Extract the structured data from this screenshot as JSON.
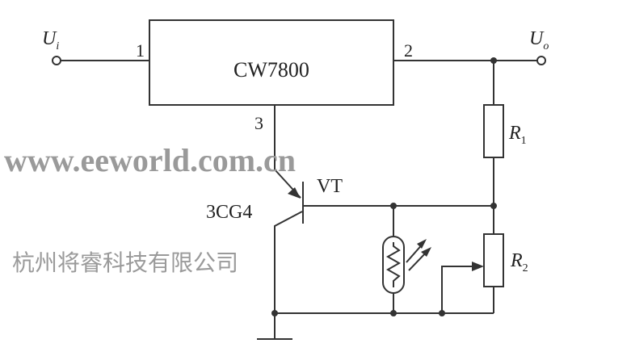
{
  "regulator": {
    "label": "CW7800",
    "pin1": "1",
    "pin2": "2",
    "pin3": "3"
  },
  "input_label": {
    "main": "U",
    "sub": "i"
  },
  "output_label": {
    "main": "U",
    "sub": "o"
  },
  "transistor": {
    "name": "VT",
    "model": "3CG4"
  },
  "r1": {
    "main": "R",
    "sub": "1"
  },
  "r2": {
    "main": "R",
    "sub": "2"
  },
  "watermark": {
    "url": "www.eeworld.com.cn",
    "company": "杭州将睿科技有限公司"
  }
}
